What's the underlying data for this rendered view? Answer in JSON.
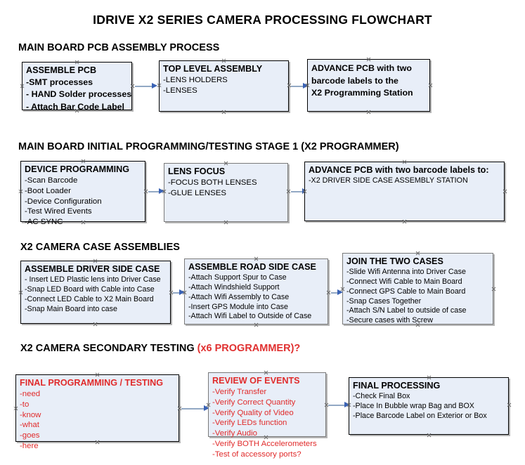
{
  "document": {
    "title": "IDRIVE X2  SERIES CAMERA PROCESSING FLOWCHART"
  },
  "sections": [
    {
      "id": "main-board-pcb-assembly",
      "heading": "MAIN BOARD PCB ASSEMBLY PROCESS",
      "heading_accent": "",
      "boxes": [
        {
          "id": "assemble-pcb",
          "title": "ASSEMBLE PCB",
          "lines": [
            "-SMT processes",
            "- HAND Solder processes",
            "- Attach Bar Code Label"
          ]
        },
        {
          "id": "top-level-assembly",
          "title": "TOP LEVEL ASSEMBLY",
          "lines": [
            "-LENS HOLDERS",
            "-LENSES"
          ]
        },
        {
          "id": "advance-pcb-to-programming-station",
          "title": "",
          "lines": [
            "ADVANCE PCB with two",
            "barcode labels to the",
            " X2 Programming Station"
          ]
        }
      ]
    },
    {
      "id": "main-board-initial-programming",
      "heading": "MAIN BOARD INITIAL PROGRAMMING/TESTING STAGE 1 (X2 PROGRAMMER)",
      "heading_accent": "",
      "boxes": [
        {
          "id": "device-programming",
          "title": "DEVICE PROGRAMMING",
          "lines": [
            "-Scan Barcode",
            "-Boot Loader",
            "-Device Configuration",
            "-Test Wired Events",
            "-AC SYNC"
          ]
        },
        {
          "id": "lens-focus",
          "title": "LENS FOCUS",
          "lines": [
            "-FOCUS BOTH LENSES",
            "-GLUE LENSES"
          ]
        },
        {
          "id": "advance-pcb-to-driver-side-case",
          "title": "ADVANCE PCB with two barcode labels to:",
          "lines": [
            "-X2 DRIVER  SIDE  CASE  ASSEMBLY STATION"
          ]
        }
      ]
    },
    {
      "id": "x2-camera-case-assemblies",
      "heading": "X2 CAMERA CASE ASSEMBLIES",
      "heading_accent": "",
      "boxes": [
        {
          "id": "assemble-driver-side-case",
          "title": "ASSEMBLE DRIVER SIDE CASE",
          "lines": [
            "- Insert LED Plastic lens into Driver Case",
            "-Snap LED Board with Cable into Case",
            "-Connect LED Cable to X2 Main Board",
            "-Snap Main Board into case"
          ]
        },
        {
          "id": "assemble-road-side-case",
          "title": "ASSEMBLE ROAD SIDE CASE",
          "lines": [
            "-Attach Support Spur to Case",
            "-Attach Windshield Support",
            "-Attach Wifi Assembly to Case",
            "-Insert GPS Module into Case",
            "-Attach Wifi Label to Outside of Case"
          ]
        },
        {
          "id": "join-the-two-cases",
          "title": "JOIN THE TWO CASES",
          "lines": [
            "-Slide Wifi Antenna into Driver Case",
            "-Connect Wifi Cable to Main Board",
            "-Connect GPS Cable to Main Board",
            "-Snap Cases Together",
            "-Attach S/N Label to outside of case",
            "-Secure cases with Screw"
          ]
        }
      ]
    },
    {
      "id": "x2-camera-secondary-testing",
      "heading": "X2 CAMERA SECONDARY TESTING ",
      "heading_accent": "(x6 PROGRAMMER)?",
      "boxes": [
        {
          "id": "final-programming-testing",
          "title": "FINAL PROGRAMMING / TESTING",
          "lines": [
            "-need",
            "-to",
            "-know",
            "-what",
            "-goes",
            "-here"
          ]
        },
        {
          "id": "review-of-events",
          "title": "REVIEW OF EVENTS",
          "lines": [
            "-Verify Transfer",
            "-Verify Correct Quantity",
            "-Verify Quality of Video",
            "-Verify LEDs function",
            "-Verify Audio",
            "-Verify BOTH Accelerometers",
            "-Test of accessory ports?"
          ]
        },
        {
          "id": "final-processing",
          "title": "FINAL PROCESSING",
          "lines": [
            " -Check Final Box",
            "-Place In Bubble wrap Bag and BOX",
            "-Place Barcode Label on Exterior or Box"
          ]
        }
      ]
    }
  ],
  "colors": {
    "box_fill": "#e8eef8",
    "box_border": "#000000",
    "arrow_shaft": "#92a8c4",
    "arrow_head": "#3b63b5",
    "accent_red": "#e02b2b",
    "text": "#000000"
  }
}
